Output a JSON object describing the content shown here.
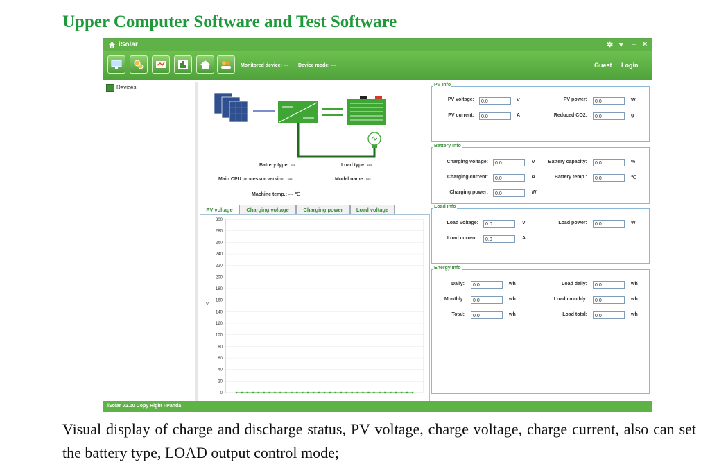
{
  "heading": "Upper Computer Software and Test Software",
  "caption": "Visual display of charge and discharge status, PV voltage, charge voltage, charge current, also can set the battery type, LOAD output control mode;",
  "app": {
    "title": "iSolar",
    "toolbar": {
      "buttons": [
        "monitor-icon",
        "settings-gears-icon",
        "data-export-icon",
        "bar-chart-icon",
        "home-icon",
        "users-icon"
      ],
      "monitored_device": "Monitored device: ---",
      "device_mode": "Device mode: ---",
      "guest": "Guest",
      "login": "Login"
    },
    "sidebar": {
      "root": "Devices"
    },
    "overview": {
      "battery_type": "Battery type: ---",
      "load_type": "Load type: ---",
      "cpu_version": "Main CPU processor version: ---",
      "model_name": "Model name: ---",
      "machine_temp": "Machine temp.: --- ℃"
    },
    "tabs": [
      "PV voltage",
      "Charging voltage",
      "Charging power",
      "Load voltage"
    ],
    "pv_info": {
      "title": "PV Info",
      "fields": [
        {
          "label": "PV voltage:",
          "value": "0.0",
          "unit": "V"
        },
        {
          "label": "PV power:",
          "value": "0.0",
          "unit": "W"
        },
        {
          "label": "PV current:",
          "value": "0.0",
          "unit": "A"
        },
        {
          "label": "Reduced CO2:",
          "value": "0.0",
          "unit": "g"
        }
      ]
    },
    "battery_info": {
      "title": "Battery Info",
      "fields": [
        {
          "label": "Charging voltage:",
          "value": "0.0",
          "unit": "V"
        },
        {
          "label": "Battery capacity:",
          "value": "0.0",
          "unit": "%"
        },
        {
          "label": "Charging current:",
          "value": "0.0",
          "unit": "A"
        },
        {
          "label": "Battery temp.:",
          "value": "0.0",
          "unit": "℃"
        },
        {
          "label": "Charging power:",
          "value": "0.0",
          "unit": "W"
        }
      ]
    },
    "load_info": {
      "title": "Load Info",
      "fields": [
        {
          "label": "Load voltage:",
          "value": "0.0",
          "unit": "V"
        },
        {
          "label": "Load power:",
          "value": "0.0",
          "unit": "W"
        },
        {
          "label": "Load current:",
          "value": "0.0",
          "unit": "A"
        }
      ]
    },
    "energy_info": {
      "title": "Energy Info",
      "fields": [
        {
          "label": "Daily:",
          "value": "0.0",
          "unit": "wh"
        },
        {
          "label": "Load daily:",
          "value": "0.0",
          "unit": "wh"
        },
        {
          "label": "Monthly:",
          "value": "0.0",
          "unit": "wh"
        },
        {
          "label": "Load monthly:",
          "value": "0.0",
          "unit": "wh"
        },
        {
          "label": "Total:",
          "value": "0.0",
          "unit": "wh"
        },
        {
          "label": "Load total:",
          "value": "0.0",
          "unit": "wh"
        }
      ]
    },
    "status": "iSolar V2.00  Copy Right I-Panda",
    "colors": {
      "brand_green": "#5fb246",
      "heading_green": "#1e9a3a",
      "series_green": "#3fa535"
    }
  },
  "chart_data": {
    "type": "line",
    "ylabel": "V",
    "ylim": [
      0,
      300
    ],
    "yticks": [
      0,
      20,
      40,
      60,
      80,
      100,
      120,
      140,
      160,
      180,
      200,
      220,
      240,
      260,
      280,
      300
    ],
    "series": [
      {
        "values": [
          0,
          0,
          0,
          0,
          0,
          0,
          0,
          0,
          0,
          0,
          0,
          0,
          0,
          0,
          0,
          0,
          0,
          0,
          0,
          0,
          0,
          0,
          0,
          0,
          0,
          0,
          0,
          0,
          0,
          0,
          0,
          0,
          0
        ]
      }
    ],
    "grid": true
  }
}
